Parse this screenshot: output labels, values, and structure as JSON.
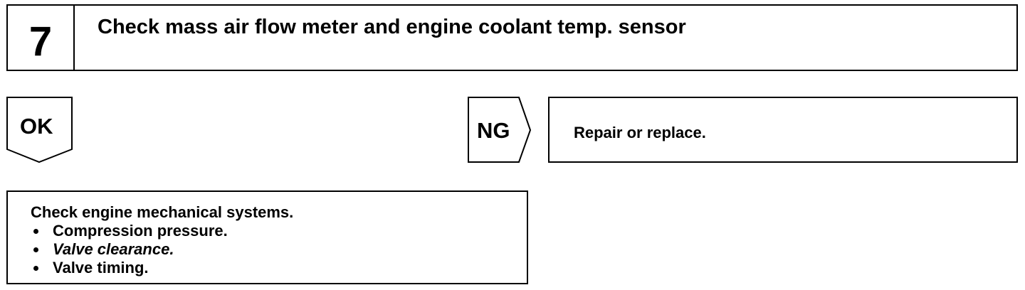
{
  "step": {
    "number": "7",
    "title": "Check mass air flow meter and engine coolant temp. sensor"
  },
  "ok_branch": {
    "label": "OK",
    "heading": "Check engine mechanical systems.",
    "items": [
      "Compression pressure.",
      "Valve clearance.",
      "Valve timing."
    ]
  },
  "ng_branch": {
    "label": "NG",
    "action": "Repair or replace."
  }
}
